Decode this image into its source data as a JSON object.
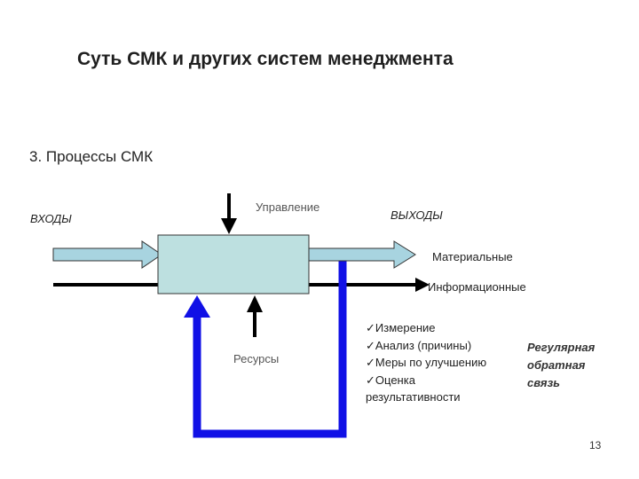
{
  "slide": {
    "title": "Суть СМК и других систем менеджмента",
    "subtitle": "3. Процессы СМК",
    "page_number": "13"
  },
  "diagram": {
    "inputs_label": "ВХОДЫ",
    "control_label": "Управление",
    "outputs_label": "ВЫХОДЫ",
    "material_label": "Материальные",
    "information_label": "Информационные",
    "resources_label": "Ресурсы",
    "checklist": [
      "Измерение",
      "Анализ (причины)",
      "Меры по улучшению",
      "Оценка"
    ],
    "checklist_tail": "результативности",
    "check_mark": "✓",
    "feedback_lines": [
      "Регулярная",
      "обратная",
      "связь"
    ]
  },
  "colors": {
    "process_box": "#bde0e0",
    "light_arrow": "#a8d4e0",
    "feedback_arrow": "#1010e6",
    "dark_arrow": "#000000"
  }
}
